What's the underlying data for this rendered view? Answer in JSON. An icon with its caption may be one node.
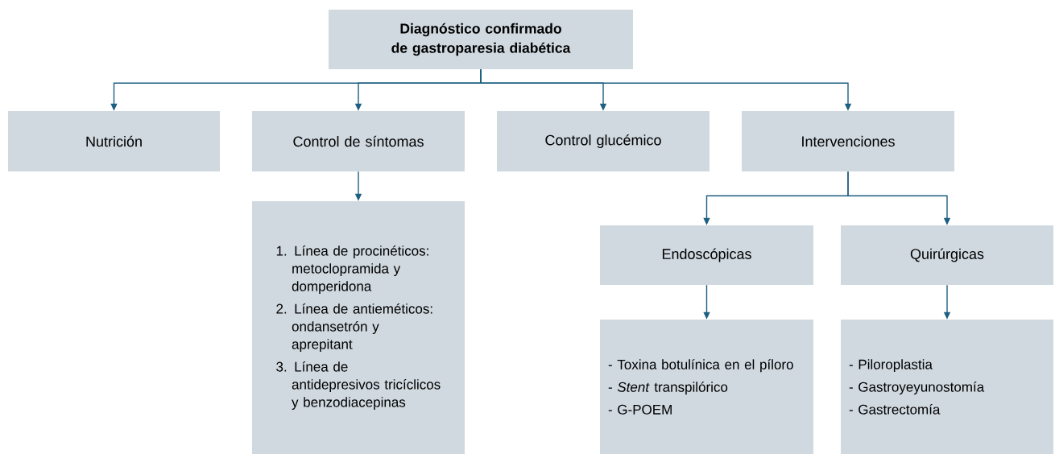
{
  "diagram": {
    "nodes": [
      {
        "text": [
          "Diagnóstico confirmado de gastroparesia diabética"
        ]
      },
      {
        "text": [
          "Nutrición"
        ]
      },
      {
        "text": [
          "Control de síntomas"
        ]
      },
      {
        "text": [
          "Control glucémico"
        ]
      },
      {
        "text": [
          "Intervenciones"
        ]
      },
      {
        "text": [
          "1. Línea de procinéticos: metoclopramida y domperidona",
          "2. Línea de antieméticos: ondansetrón y aprepitant",
          "3. Línea de antidepresivos tricíclicos y benzodiacepinas"
        ]
      },
      {
        "text": [
          "Endoscópicas"
        ]
      },
      {
        "text": [
          "Quirúrgicas"
        ]
      },
      {
        "text": [
          "- Toxina botulínica en el píloro",
          "- *Stent* transpilórico",
          "- G-POEM"
        ]
      },
      {
        "text": [
          "- Piloroplastia",
          "- Gastroyeyunostomía",
          "- Gastrectomía"
        ]
      }
    ],
    "edges": [
      {
        "from": 0,
        "to": 1,
        "arrow": "to"
      },
      {
        "from": 0,
        "to": 2,
        "arrow": "to"
      },
      {
        "from": 0,
        "to": 3,
        "arrow": "to"
      },
      {
        "from": 0,
        "to": 4,
        "arrow": "to"
      },
      {
        "from": 2,
        "to": 5,
        "arrow": "to"
      },
      {
        "from": 4,
        "to": 6,
        "arrow": "to"
      },
      {
        "from": 4,
        "to": 7,
        "arrow": "to"
      },
      {
        "from": 6,
        "to": 8,
        "arrow": "to"
      },
      {
        "from": 7,
        "to": 9,
        "arrow": "to"
      }
    ]
  }
}
